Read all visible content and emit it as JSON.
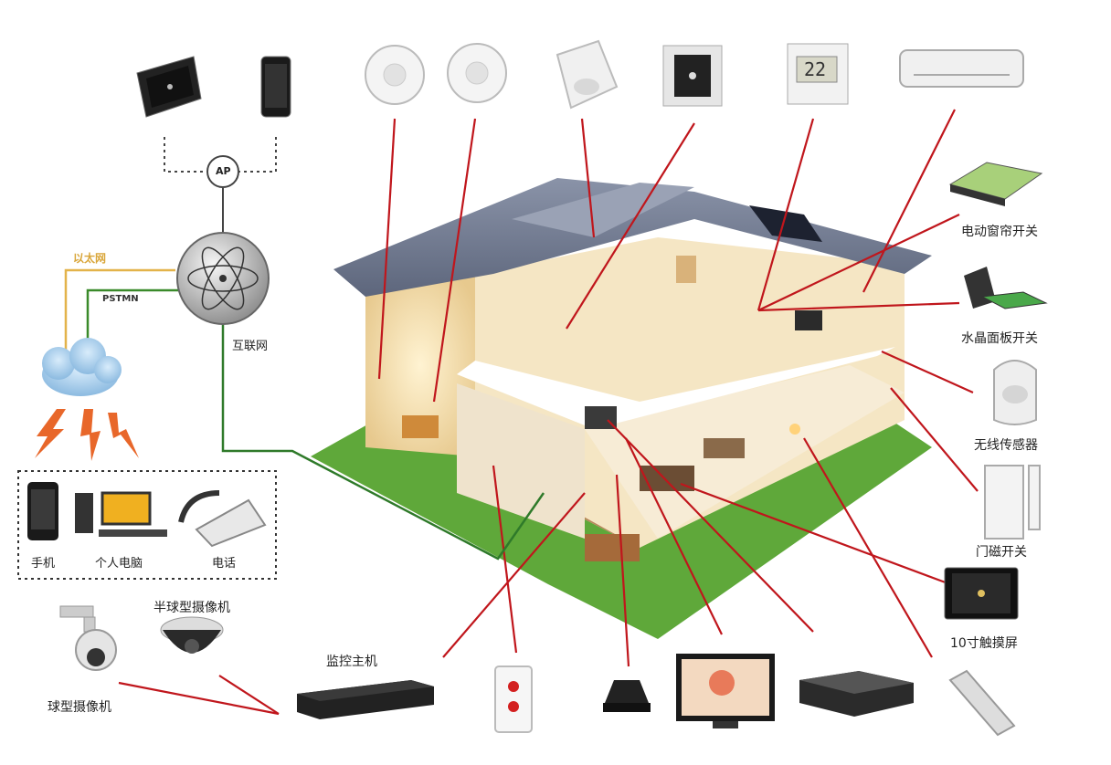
{
  "network": {
    "ap": "AP",
    "ethernet": "以太网",
    "pstn": "PSTMN",
    "internet": "互联网"
  },
  "terminals": {
    "phone": "手机",
    "pc": "个人电脑",
    "telephone": "电话"
  },
  "devices": {
    "curtain_switch": "电动窗帘开关",
    "crystal_panel": "水晶面板开关",
    "wireless_sensor": "无线传感器",
    "door_switch": "门磁开关",
    "touch_screen": "10寸触摸屏",
    "half_dome_camera": "半球型摄像机",
    "dome_camera": "球型摄像机",
    "monitor_host": "监控主机"
  },
  "thermostat_display": "22",
  "colors": {
    "link_red": "#c0161c",
    "eth_orange": "#e3b34a",
    "pstn_green": "#3a8a2a",
    "internet_line": "#2f7a2a",
    "grass": "#5fa83a"
  }
}
